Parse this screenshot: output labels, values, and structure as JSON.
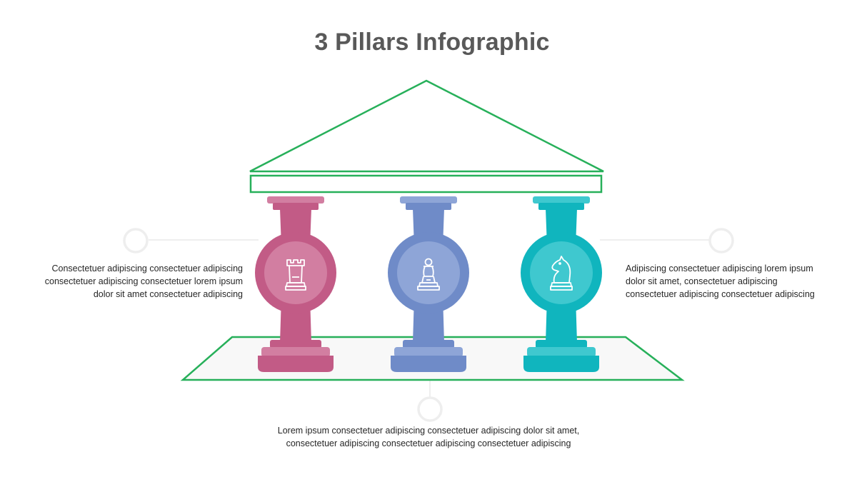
{
  "title": "3 Pillars Infographic",
  "colors": {
    "pillar_1": "#c25b86",
    "pillar_2": "#6f8bc8",
    "pillar_3": "#10b5be",
    "outline": "#27b05a",
    "connector": "#e6e6e6"
  },
  "pillars": [
    {
      "icon": "chess-rook-icon"
    },
    {
      "icon": "chess-pawn-icon"
    },
    {
      "icon": "chess-knight-icon"
    }
  ],
  "texts": {
    "left": [
      "Consectetuer adipiscing consectetuer adipiscing",
      "consectetuer adipiscing consectetuer  lorem ipsum",
      "dolor sit amet consectetuer adipiscing"
    ],
    "right": [
      "Adipiscing consectetuer adipiscing lorem ipsum",
      "dolor sit amet, consectetuer adipiscing",
      "consectetuer adipiscing consectetuer adipiscing"
    ],
    "bottom": [
      "Lorem ipsum consectetuer adipiscing consectetuer adipiscing  dolor sit amet,",
      "consectetuer adipiscing consectetuer adipiscing consectetuer adipiscing"
    ]
  }
}
